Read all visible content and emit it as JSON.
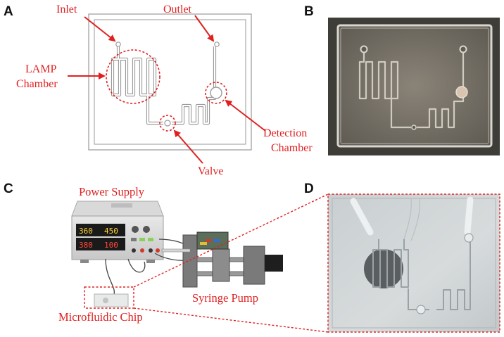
{
  "colors": {
    "annotation": "#e02020",
    "channel": "#9a9a9a",
    "panel_letter": "#111111"
  },
  "panels": {
    "a": {
      "letter": "A",
      "labels": {
        "inlet": "Inlet",
        "outlet": "Outlet",
        "lamp_line1": "LAMP",
        "lamp_line2": "Chamber",
        "detection_line1": "Detection",
        "detection_line2": "Chamber",
        "valve": "Valve"
      }
    },
    "b": {
      "letter": "B"
    },
    "c": {
      "letter": "C",
      "labels": {
        "power_supply": "Power Supply",
        "syringe_pump": "Syringe Pump",
        "microfluidic_chip": "Microfluidic Chip"
      },
      "display_readouts": [
        "360",
        "450",
        "380",
        "100"
      ]
    },
    "d": {
      "letter": "D"
    }
  }
}
